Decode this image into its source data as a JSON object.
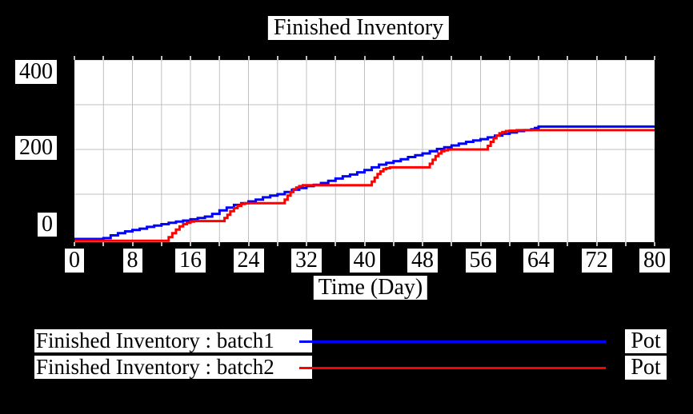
{
  "window": {
    "background_color": "#000000",
    "plot_background_color": "#ffffff",
    "grid_color": "#c0c0c0"
  },
  "chart": {
    "title": "Finished Inventory",
    "time_axis_title": "Time (Day)",
    "y_ticklabels": [
      "400",
      "200",
      "0"
    ]
  },
  "legend": {
    "rows": [
      {
        "label": "Finished Inventory : batch1",
        "unit": "Pot",
        "color": "#0000ff"
      },
      {
        "label": "Finished Inventory : batch2",
        "unit": "Pot",
        "color": "#ff0000"
      }
    ]
  },
  "chart_data": {
    "type": "line",
    "title": "Finished Inventory",
    "xlabel": "Time (Day)",
    "ylabel": "Pot",
    "xlim": [
      0,
      80
    ],
    "ylim": [
      0,
      400
    ],
    "x_ticklabels": [
      0,
      8,
      16,
      24,
      32,
      40,
      48,
      56,
      64,
      72,
      80
    ],
    "x_minor_tick_step": 4,
    "y_gridline_step": 100,
    "grid": true,
    "legend_position": "bottom",
    "line_style": "step-after",
    "series": [
      {
        "name": "Finished Inventory : batch1",
        "run": "batch1",
        "unit": "Pot",
        "color": "#0000ff",
        "points": [
          [
            0,
            0
          ],
          [
            3.5,
            0
          ],
          [
            4,
            2
          ],
          [
            5,
            8
          ],
          [
            6,
            13
          ],
          [
            7,
            17
          ],
          [
            8,
            20
          ],
          [
            9,
            23
          ],
          [
            10,
            27
          ],
          [
            11,
            30
          ],
          [
            12,
            33
          ],
          [
            13,
            36
          ],
          [
            14,
            39
          ],
          [
            15,
            41
          ],
          [
            16,
            44
          ],
          [
            17,
            47
          ],
          [
            18,
            50
          ],
          [
            19,
            56
          ],
          [
            20,
            64
          ],
          [
            21,
            70
          ],
          [
            22,
            76
          ],
          [
            23,
            80
          ],
          [
            24,
            84
          ],
          [
            25,
            88
          ],
          [
            26,
            93
          ],
          [
            27,
            97
          ],
          [
            28,
            100
          ],
          [
            29,
            105
          ],
          [
            30,
            110
          ],
          [
            31,
            114
          ],
          [
            32,
            118
          ],
          [
            33,
            121
          ],
          [
            34,
            125
          ],
          [
            35,
            130
          ],
          [
            36,
            135
          ],
          [
            37,
            140
          ],
          [
            38,
            144
          ],
          [
            39,
            149
          ],
          [
            40,
            154
          ],
          [
            41,
            160
          ],
          [
            42,
            166
          ],
          [
            43,
            170
          ],
          [
            44,
            174
          ],
          [
            45,
            178
          ],
          [
            46,
            183
          ],
          [
            47,
            187
          ],
          [
            48,
            191
          ],
          [
            49,
            196
          ],
          [
            50,
            201
          ],
          [
            51,
            205
          ],
          [
            52,
            209
          ],
          [
            53,
            213
          ],
          [
            54,
            217
          ],
          [
            55,
            220
          ],
          [
            56,
            223
          ],
          [
            57,
            227
          ],
          [
            58,
            231
          ],
          [
            59,
            235
          ],
          [
            60,
            238
          ],
          [
            61,
            241
          ],
          [
            62,
            243
          ],
          [
            63,
            245
          ],
          [
            63.5,
            248
          ],
          [
            64,
            251
          ],
          [
            80,
            251
          ]
        ]
      },
      {
        "name": "Finished Inventory : batch2",
        "run": "batch2",
        "unit": "Pot",
        "color": "#ff0000",
        "points": [
          [
            0,
            -4
          ],
          [
            12.5,
            -4
          ],
          [
            13,
            4
          ],
          [
            13.5,
            13
          ],
          [
            14,
            21
          ],
          [
            14.5,
            28
          ],
          [
            15,
            33
          ],
          [
            15.5,
            36
          ],
          [
            16,
            39
          ],
          [
            16.5,
            40
          ],
          [
            20.3,
            40
          ],
          [
            20.7,
            47
          ],
          [
            21.1,
            54
          ],
          [
            21.5,
            62
          ],
          [
            22,
            69
          ],
          [
            22.5,
            74
          ],
          [
            23,
            78
          ],
          [
            23.5,
            80
          ],
          [
            28.6,
            80
          ],
          [
            29,
            88
          ],
          [
            29.4,
            97
          ],
          [
            29.8,
            105
          ],
          [
            30.2,
            111
          ],
          [
            30.6,
            115
          ],
          [
            31,
            118
          ],
          [
            31.5,
            120
          ],
          [
            40.5,
            120
          ],
          [
            41,
            128
          ],
          [
            41.4,
            137
          ],
          [
            41.8,
            145
          ],
          [
            42.2,
            151
          ],
          [
            42.6,
            156
          ],
          [
            43,
            158
          ],
          [
            43.5,
            160
          ],
          [
            48.5,
            160
          ],
          [
            49,
            168
          ],
          [
            49.4,
            177
          ],
          [
            49.8,
            185
          ],
          [
            50.2,
            191
          ],
          [
            50.6,
            196
          ],
          [
            51,
            198
          ],
          [
            51.5,
            200
          ],
          [
            56.5,
            200
          ],
          [
            57,
            208
          ],
          [
            57.4,
            217
          ],
          [
            57.8,
            225
          ],
          [
            58.2,
            231
          ],
          [
            58.6,
            236
          ],
          [
            59,
            239
          ],
          [
            59.5,
            241
          ],
          [
            60,
            242
          ],
          [
            61,
            243
          ],
          [
            80,
            243
          ]
        ]
      }
    ]
  }
}
